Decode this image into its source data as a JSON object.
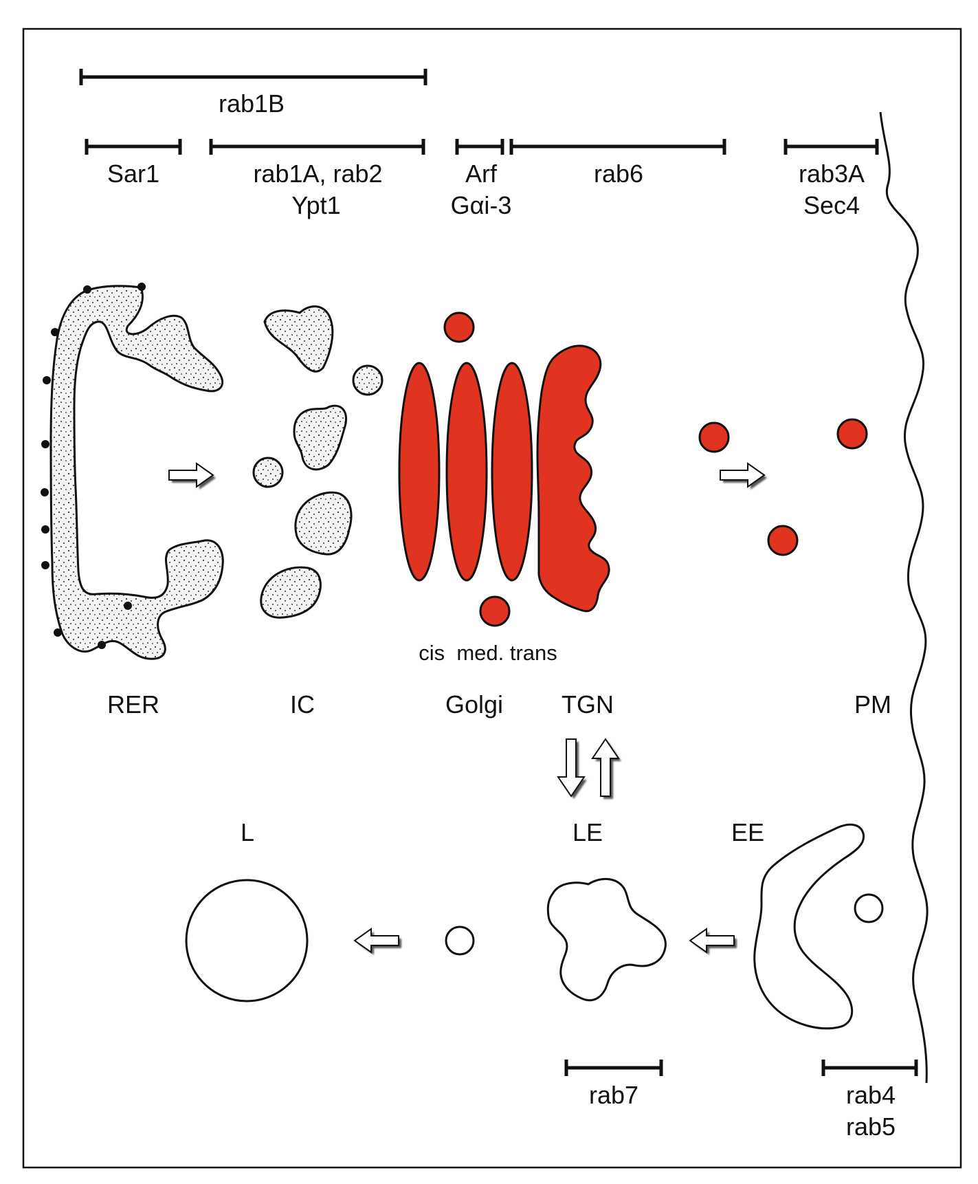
{
  "colors": {
    "golgi_red": "#e03420",
    "outline": "#111111",
    "stipple_fill": "#f2f2f2",
    "background": "#ffffff"
  },
  "protein_labels": {
    "rab1b": "rab1B",
    "sar1": "Sar1",
    "rab1a_rab2": "rab1A, rab2",
    "ypt1": "Ypt1",
    "arf": "Arf",
    "galpha": "Gαi-3",
    "rab6": "rab6",
    "rab3a": "rab3A",
    "sec4": "Sec4",
    "rab7": "rab7",
    "rab4": "rab4",
    "rab5": "rab5"
  },
  "compartment_labels": {
    "rer": "RER",
    "ic": "IC",
    "golgi": "Golgi",
    "tgn": "TGN",
    "pm": "PM",
    "le": "LE",
    "ee": "EE",
    "l": "L",
    "golgi_subregions": "cis  med. trans"
  }
}
